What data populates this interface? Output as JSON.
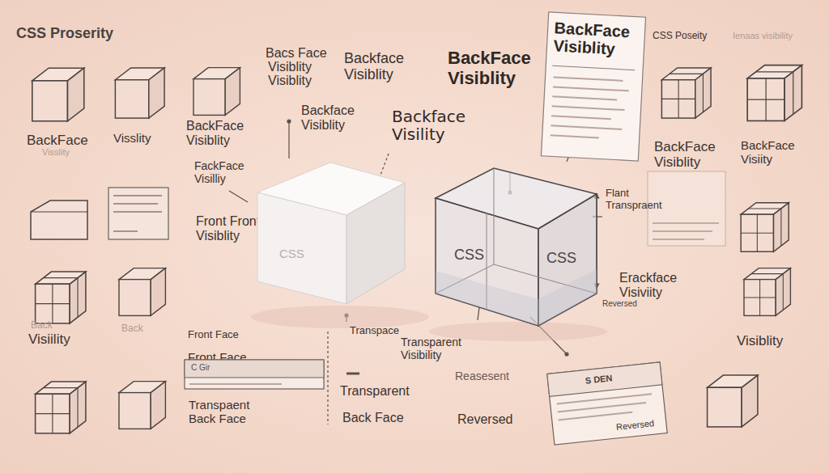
{
  "diagram": {
    "title": "CSS Proserity",
    "nodes": [
      {
        "text": [
          "CSS"
        ]
      },
      {
        "text": [
          "CSS",
          "CSS"
        ]
      },
      {
        "text": [
          "BackFace Visiblity"
        ]
      },
      {
        "text": [
          "C Gir"
        ]
      },
      {
        "text": [
          "S DEN",
          "Reversed"
        ]
      }
    ],
    "labels": [
      "BackFace",
      "Visslity",
      "Visslity",
      "Bacs Face",
      "Visiblity",
      "Visiblity",
      "Backface Visiblity",
      "BackFace Visiblity",
      "CSS Poseity",
      "Ienaas visibility",
      "Backface Visiblity",
      "Backface Visility",
      "BackFace Visiblity",
      "BackFace Visiblity",
      "BackFace Visiity",
      "FackFace Visilliy",
      "Front Front Visiblity",
      "Flant Transpraent",
      "Erackface Visiviity",
      "Reversed",
      "Back",
      "Visiility",
      "Back",
      "Front Face",
      "Transpace",
      "Transparent Visibility",
      "Front Face Visiblle",
      "Visiblity",
      "Transparent",
      "Reasesent",
      "Transpaent Back Face",
      "Back Face",
      "Reversed"
    ]
  }
}
